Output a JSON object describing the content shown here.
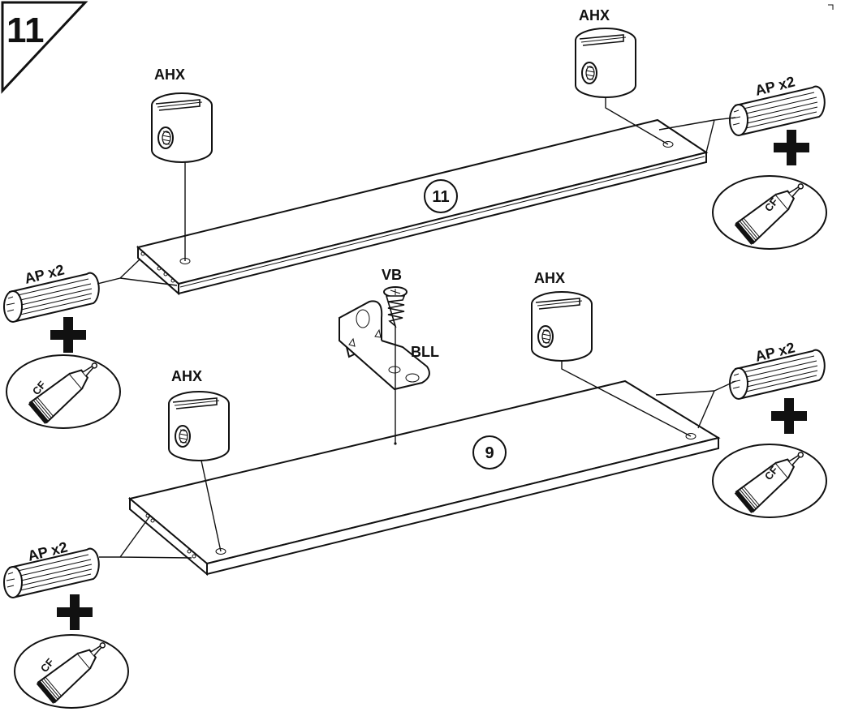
{
  "step": {
    "number": "11"
  },
  "labels": {
    "cam_lock": "AHX",
    "dowel": "AP x2",
    "screw": "VB",
    "bracket": "BLL",
    "glue": "CF",
    "plus": "+"
  },
  "panels": [
    {
      "id": "upper",
      "number": "11"
    },
    {
      "id": "lower",
      "number": "9"
    }
  ]
}
